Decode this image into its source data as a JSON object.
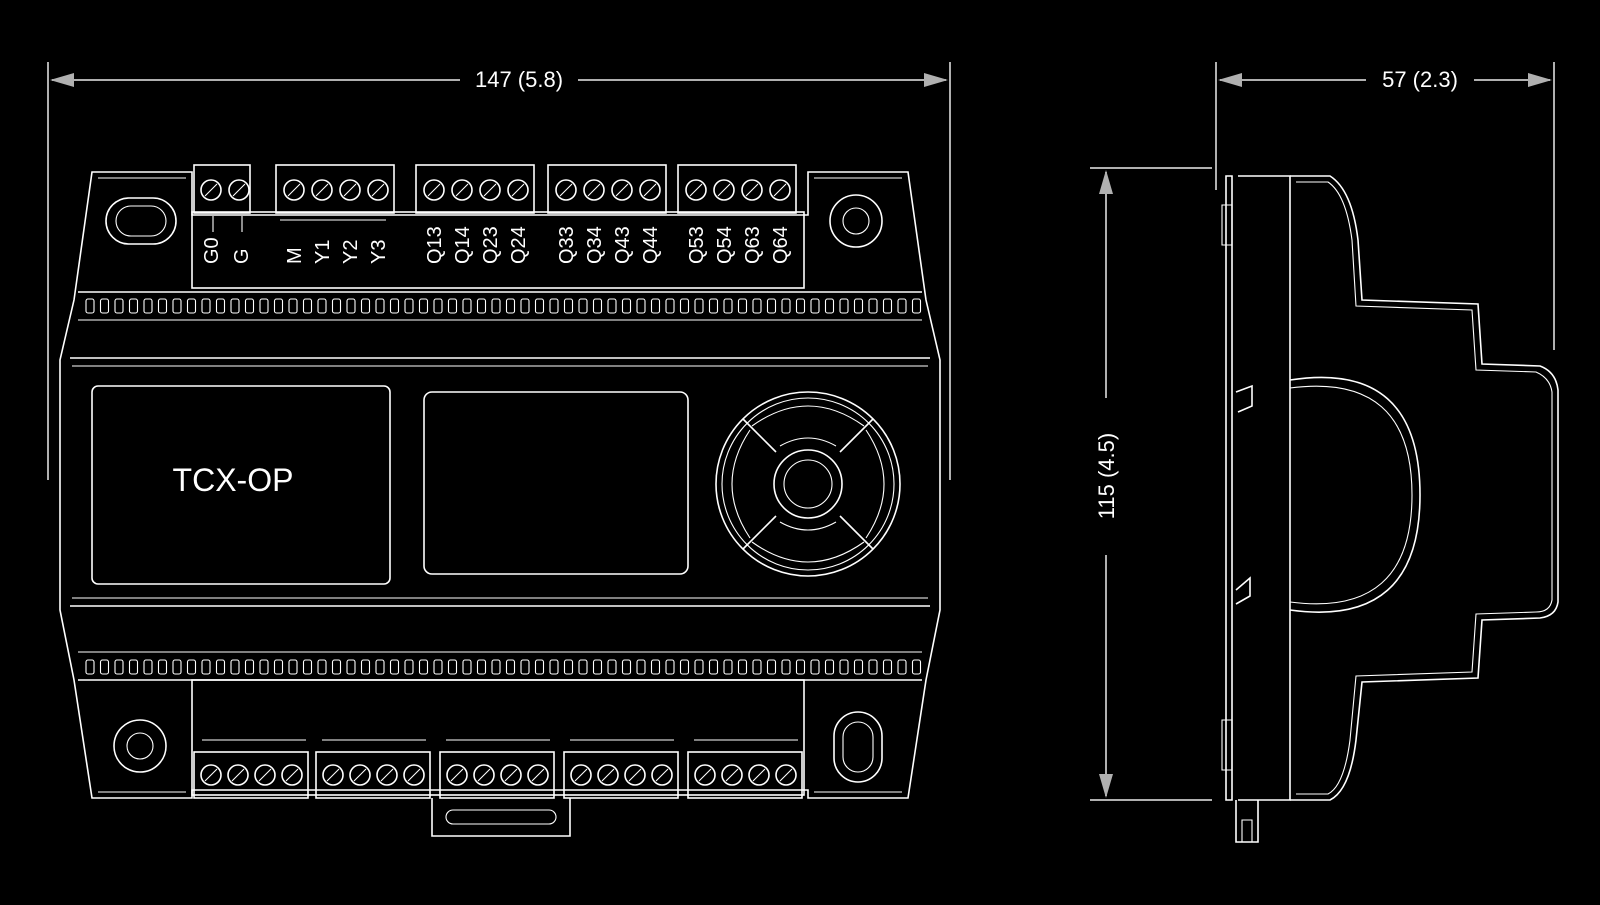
{
  "dimensions": {
    "width": "147 (5.8)",
    "depth": "57 (2.3)",
    "height": "115 (4.5)"
  },
  "device": {
    "model": "TCX-OP"
  },
  "top_terminals": {
    "groups": [
      [
        "G0",
        "G"
      ],
      [
        "M",
        "Y1",
        "Y2",
        "Y3"
      ],
      [
        "Q13",
        "Q14",
        "Q23",
        "Q24"
      ],
      [
        "Q33",
        "Q34",
        "Q43",
        "Q44"
      ],
      [
        "Q53",
        "Q54",
        "Q63",
        "Q64"
      ]
    ]
  },
  "bottom_terminals": {
    "groups": [
      [
        "",
        "",
        "",
        ""
      ],
      [
        "",
        "",
        "",
        ""
      ],
      [
        "",
        "",
        "",
        ""
      ],
      [
        "",
        "",
        "",
        ""
      ],
      [
        "",
        "",
        "",
        ""
      ]
    ]
  },
  "colors": {
    "background": "#000000",
    "line": "#ffffff",
    "dimension": "#b0b0b0"
  }
}
